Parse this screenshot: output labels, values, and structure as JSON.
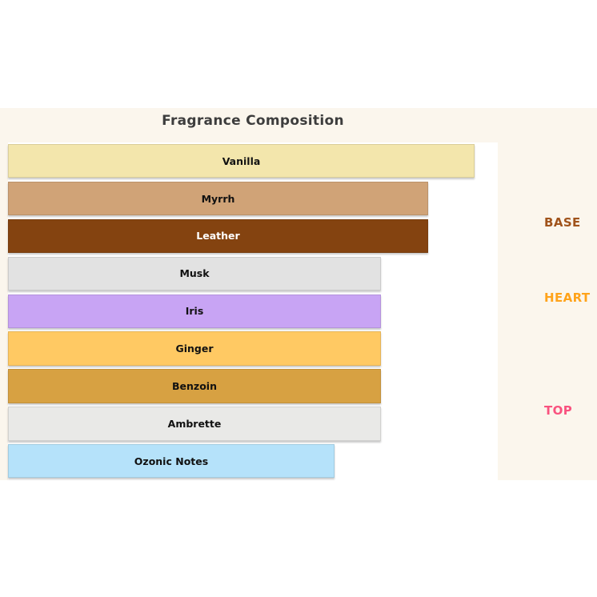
{
  "chart_data": {
    "type": "bar",
    "orientation": "horizontal",
    "title": "Fragrance Composition",
    "background_color": "#FBF6ED",
    "plot_background": "#FFFFFF",
    "grid": false,
    "legend_position": "none",
    "xlim": [
      0,
      10.5
    ],
    "categories": [
      "Vanilla",
      "Myrrh",
      "Leather",
      "Musk",
      "Iris",
      "Ginger",
      "Benzoin",
      "Ambrette",
      "Ozonic Notes"
    ],
    "values": [
      10,
      9,
      9,
      8,
      8,
      8,
      8,
      8,
      7
    ],
    "bars": [
      {
        "label": "Vanilla",
        "value": 10,
        "color": "#F3E6AC",
        "text_color": "#111111",
        "group": "BASE"
      },
      {
        "label": "Myrrh",
        "value": 9,
        "color": "#D0A377",
        "text_color": "#111111",
        "group": "BASE"
      },
      {
        "label": "Leather",
        "value": 9,
        "color": "#844310",
        "text_color": "#FFFFFF",
        "group": "BASE"
      },
      {
        "label": "Musk",
        "value": 8,
        "color": "#E2E2E2",
        "text_color": "#111111",
        "group": "HEART"
      },
      {
        "label": "Iris",
        "value": 8,
        "color": "#C8A4F4",
        "text_color": "#111111",
        "group": "HEART"
      },
      {
        "label": "Ginger",
        "value": 8,
        "color": "#FFC963",
        "text_color": "#111111",
        "group": "HEART"
      },
      {
        "label": "Benzoin",
        "value": 8,
        "color": "#D7A142",
        "text_color": "#111111",
        "group": "TOP"
      },
      {
        "label": "Ambrette",
        "value": 8,
        "color": "#E9E9E7",
        "text_color": "#111111",
        "group": "TOP"
      },
      {
        "label": "Ozonic Notes",
        "value": 7,
        "color": "#B5E2FA",
        "text_color": "#111111",
        "group": "TOP"
      }
    ],
    "groups": [
      {
        "label": "BASE",
        "color": "#A0531B"
      },
      {
        "label": "HEART",
        "color": "#FFA31A"
      },
      {
        "label": "TOP",
        "color": "#F9527F"
      }
    ]
  }
}
